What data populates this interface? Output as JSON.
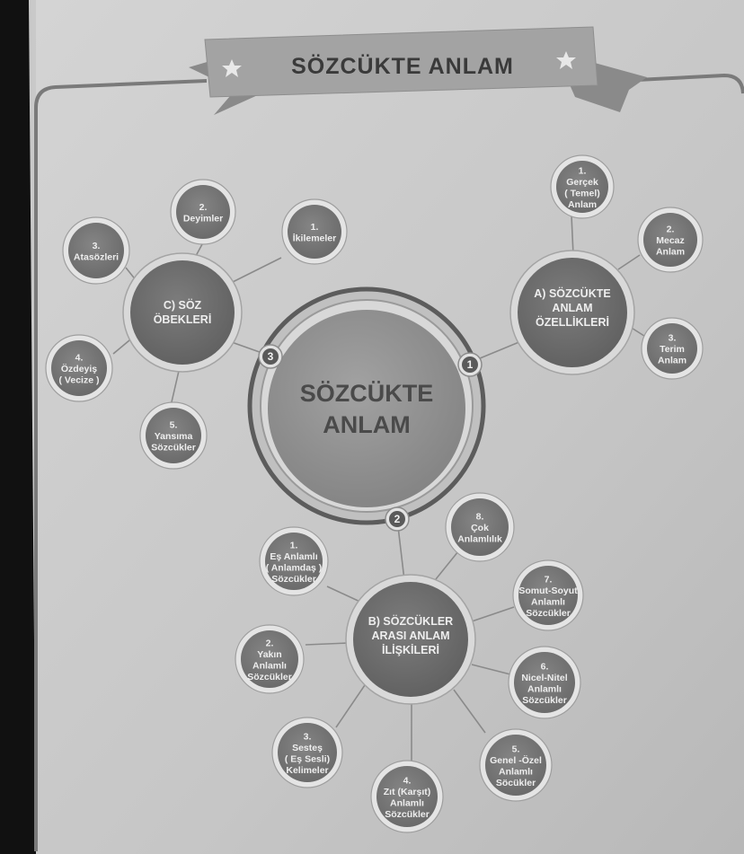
{
  "banner": {
    "title": "SÖZCÜKTE ANLAM"
  },
  "center": {
    "line1": "SÖZCÜKTE",
    "line2": "ANLAM"
  },
  "hubs": {
    "a": {
      "number": "1",
      "lines": [
        "A) SÖZCÜKTE",
        "ANLAM",
        "ÖZELLİKLERİ"
      ]
    },
    "b": {
      "number": "2",
      "lines": [
        "B) SÖZCÜKLER",
        "ARASI ANLAM",
        "İLİŞKİLERİ"
      ]
    },
    "c": {
      "number": "3",
      "lines": [
        "C) SÖZ",
        "ÖBEKLERİ"
      ]
    }
  },
  "leaves": {
    "a1": [
      "1.",
      "Gerçek",
      "( Temel)",
      "Anlam"
    ],
    "a2": [
      "2.",
      "Mecaz",
      "Anlam"
    ],
    "a3": [
      "3.",
      "Terim",
      "Anlam"
    ],
    "b1": [
      "1.",
      "Eş Anlamlı",
      "( Anlamdaş )",
      "Sözcükler"
    ],
    "b2": [
      "2.",
      "Yakın",
      "Anlamlı",
      "Sözcükler"
    ],
    "b3": [
      "3.",
      "Sesteş",
      "( Eş Sesli)",
      "Kelimeler"
    ],
    "b4": [
      "4.",
      "Zıt (Karşıt)",
      "Anlamlı",
      "Sözcükler"
    ],
    "b5": [
      "5.",
      "Genel -Özel",
      "Anlamlı",
      "Söcükler"
    ],
    "b6": [
      "6.",
      "Nicel-Nitel",
      "Anlamlı",
      "Sözcükler"
    ],
    "b7": [
      "7.",
      "Somut-Soyut",
      "Anlamlı",
      "Sözcükler"
    ],
    "b8": [
      "8.",
      "Çok",
      "Anlamlılık"
    ],
    "c1": [
      "1.",
      "İkilemeler"
    ],
    "c2": [
      "2.",
      "Deyimler"
    ],
    "c3": [
      "3.",
      "Atasözleri"
    ],
    "c4": [
      "4.",
      "Özdeyiş",
      "( Vecize )"
    ],
    "c5": [
      "5.",
      "Yansıma",
      "Sözcükler"
    ]
  },
  "colors": {
    "background_dark": "#111111",
    "page": "#c9c9c9",
    "frame": "#7a7a7a",
    "banner_fill": "#a3a3a3",
    "banner_dark": "#6a6a6a",
    "center_fill": "#8f8f8f",
    "center_ring": "#5c5c5c",
    "hub_fill": "#6e6e6e",
    "leaf_fill": "#777777",
    "leaf_ring": "#e4e4e4",
    "badge_fill": "#5a5a5a",
    "connector": "#8a8a8a",
    "star": "#e8e8e8"
  },
  "icons": [
    "star-icon",
    "star-icon"
  ]
}
